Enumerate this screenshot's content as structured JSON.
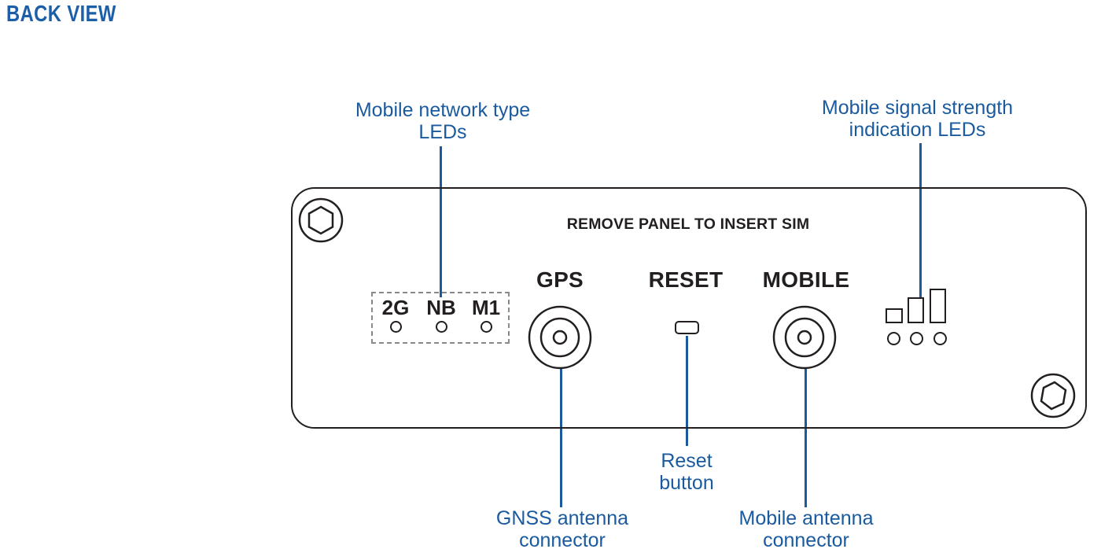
{
  "section": {
    "title": "BACK VIEW"
  },
  "colors": {
    "callout_blue": "#1a5a9e",
    "leader_blue": "#1b5a9e",
    "outline_black": "#231f20",
    "dashed_gray": "#8a8a8a",
    "background": "#ffffff"
  },
  "callouts": {
    "network_leds": "Mobile network type\nLEDs",
    "signal_leds": "Mobile signal strength\nindication LEDs",
    "reset_button": "Reset\nbutton",
    "gnss_connector": "GNSS  antenna\nconnector",
    "mobile_connector": "Mobile antenna\nconnector"
  },
  "panel": {
    "silkscreen": "REMOVE PANEL TO INSERT SIM",
    "port_labels": {
      "gps": "GPS",
      "reset": "RESET",
      "mobile": "MOBILE"
    },
    "network_leds": [
      {
        "name": "2G"
      },
      {
        "name": "NB"
      },
      {
        "name": "M1"
      }
    ],
    "signal_leds": {
      "bar_count": 3,
      "dot_count": 3
    },
    "screws": [
      {
        "position": "top-left"
      },
      {
        "position": "bottom-right"
      }
    ]
  }
}
